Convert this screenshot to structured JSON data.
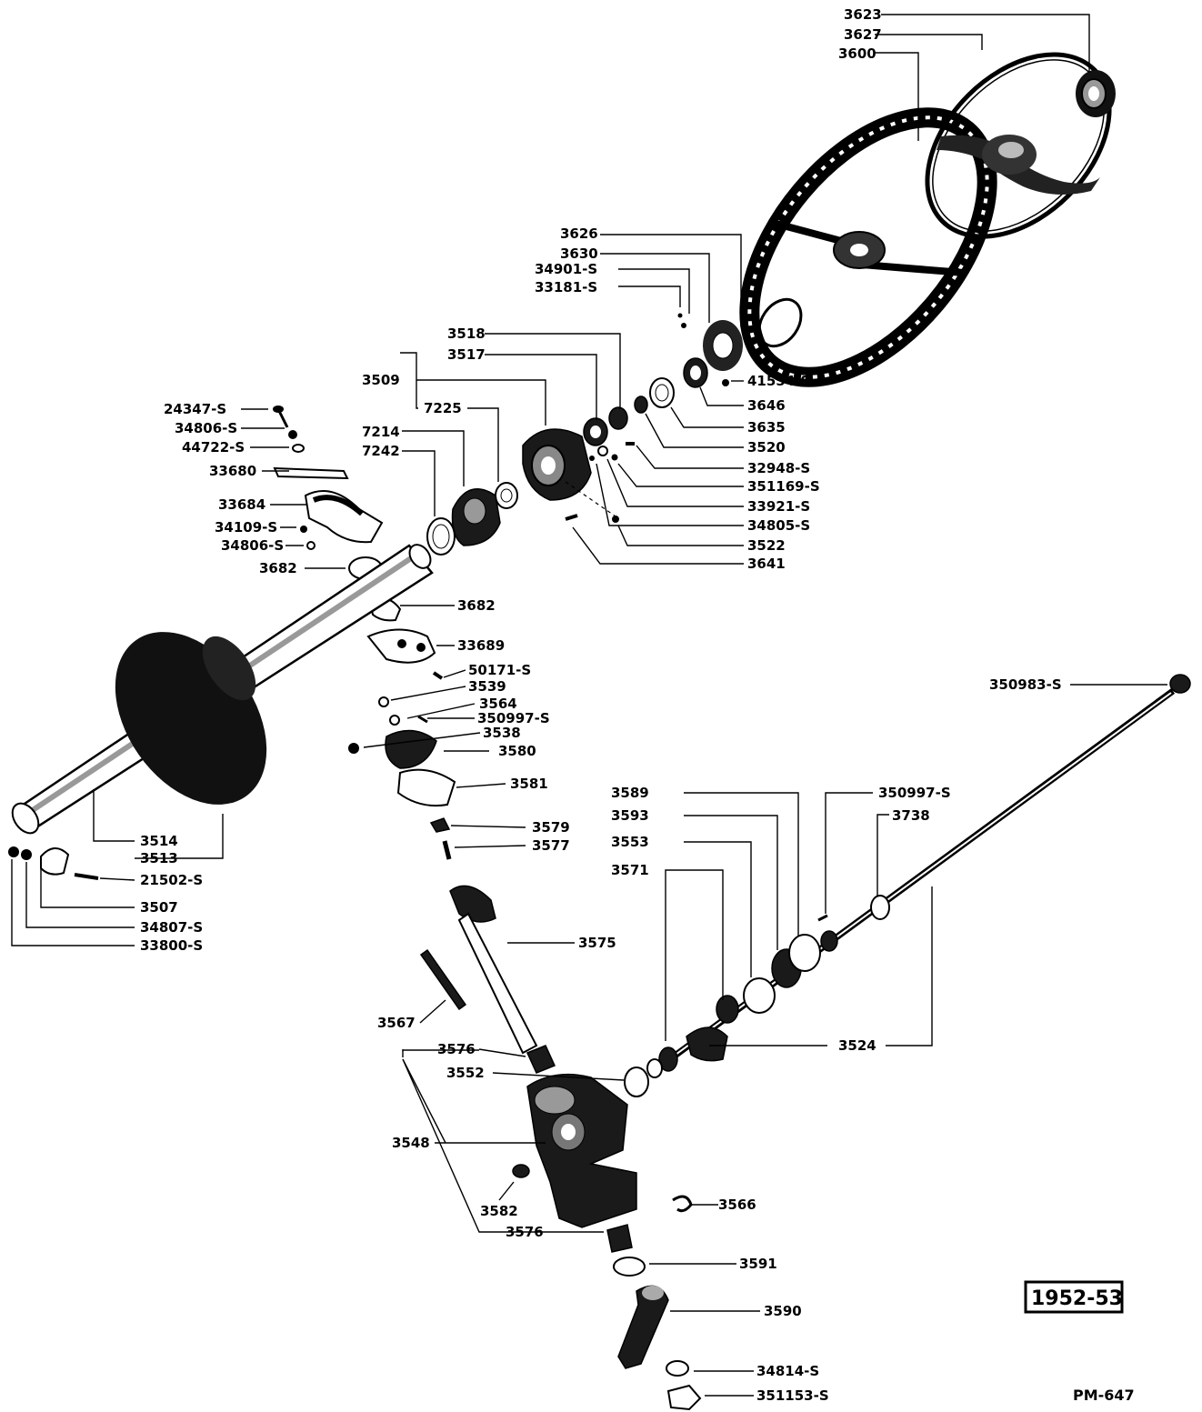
{
  "year": "1952-53",
  "plate_code": "PM-647",
  "labels": {
    "l3623": "3623",
    "l3627": "3627",
    "l3600": "3600",
    "l3626": "3626",
    "l3630": "3630",
    "l34901s": "34901-S",
    "l33181s": "33181-S",
    "l3518": "3518",
    "l3517": "3517",
    "l3509": "3509",
    "l7225": "7225",
    "l7214": "7214",
    "l7242": "7242",
    "l41554s": "41554-S",
    "l3646": "3646",
    "l3635": "3635",
    "l3520": "3520",
    "l32948s": "32948-S",
    "l351169s": "351169-S",
    "l33921s": "33921-S",
    "l34805s": "34805-S",
    "l3522": "3522",
    "l3641": "3641",
    "l24347s": "24347-S",
    "l34806s_a": "34806-S",
    "l44722s": "44722-S",
    "l33680": "33680",
    "l33684": "33684",
    "l34109s": "34109-S",
    "l34806s_b": "34806-S",
    "l3682_a": "3682",
    "l3682_b": "3682",
    "l33689": "33689",
    "l50171s": "50171-S",
    "l3539": "3539",
    "l3564": "3564",
    "l350997s_a": "350997-S",
    "l3538": "3538",
    "l3580": "3580",
    "l3581": "3581",
    "l3579": "3579",
    "l3577": "3577",
    "l3514": "3514",
    "l3513": "3513",
    "l21502s": "21502-S",
    "l3507": "3507",
    "l34807s": "34807-S",
    "l33800s": "33800-S",
    "l350983s": "350983-S",
    "l3589": "3589",
    "l3593": "3593",
    "l3553": "3553",
    "l3571": "3571",
    "l350997s_b": "350997-S",
    "l3738": "3738",
    "l3575": "3575",
    "l3567": "3567",
    "l3576_a": "3576",
    "l3552": "3552",
    "l3524": "3524",
    "l3548": "3548",
    "l3582": "3582",
    "l3566": "3566",
    "l3576_b": "3576",
    "l3591": "3591",
    "l3590": "3590",
    "l34814s": "34814-S",
    "l351153s": "351153-S"
  }
}
